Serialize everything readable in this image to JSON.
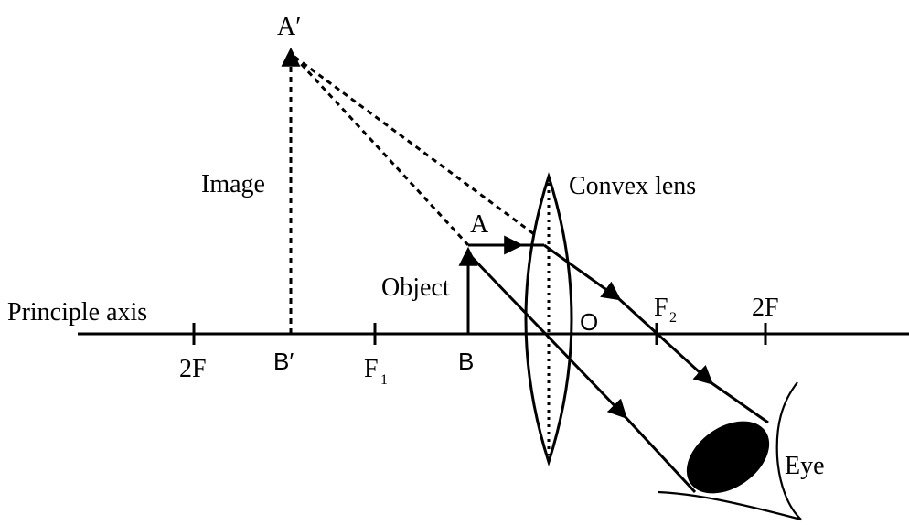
{
  "labels": {
    "image_top": "A′",
    "image": "Image",
    "lens": "Convex lens",
    "object_top": "A",
    "object": "Object",
    "principal_axis": "Principle axis",
    "optical_centre": "O",
    "f2": "F",
    "f2_sub": "2",
    "twoF_right": "2F",
    "twoF_left": "2F",
    "image_base": "B′",
    "f1": "F",
    "f1_sub": "1",
    "object_base": "B",
    "eye": "Eye"
  }
}
